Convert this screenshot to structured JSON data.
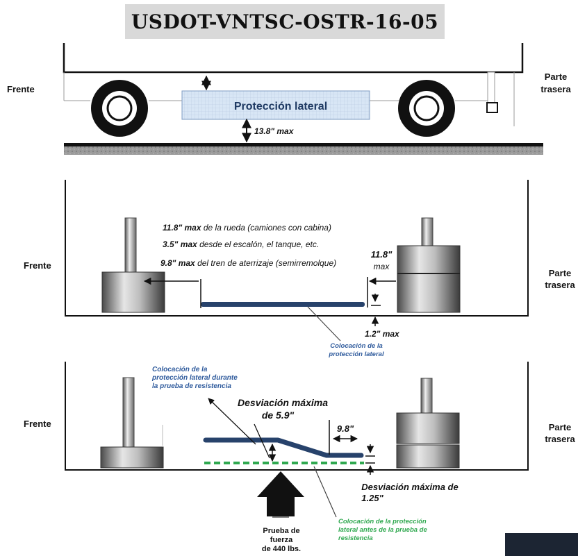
{
  "title": "USDOT-VNTSC-OSTR-16-05",
  "panel1": {
    "front_label": "Frente",
    "rear_label_1": "Parte",
    "rear_label_2": "trasera",
    "guard_label": "Protección lateral",
    "ground_clearance": "13.8\" max"
  },
  "panel2": {
    "front_label": "Frente",
    "rear_label_1": "Parte",
    "rear_label_2": "trasera",
    "note1_bold": "11.8\" max",
    "note1_rest": " de la rueda (camiones con cabina)",
    "note2_bold": "3.5\" max",
    "note2_rest": " desde el escalón, el tanque, etc.",
    "note3_bold": "9.8\" max",
    "note3_rest": " del tren de aterrizaje (semirremolque)",
    "rear_gap_1": "11.8\"",
    "rear_gap_2": "max",
    "height_gap": "1.2\" max",
    "placement_1": "Colocación de la",
    "placement_2": "protección lateral"
  },
  "panel3": {
    "front_label": "Frente",
    "rear_label_1": "Parte",
    "rear_label_2": "trasera",
    "during_1": "Colocación de la",
    "during_2": "protección lateral durante",
    "during_3": "la prueba de resistencia",
    "max_defl_1": "Desviación máxima",
    "max_defl_2": "de 5.9\"",
    "dist_label": "9.8\"",
    "rear_defl_1": "Desviación máxima de",
    "rear_defl_2": "1.25\"",
    "before_1": "Colocación de la protección",
    "before_2": "lateral antes de la prueba de",
    "before_3": "resistencia",
    "force_1": "Prueba de",
    "force_2": "fuerza",
    "force_3": "de 440 lbs."
  },
  "colors": {
    "guard_blue": "#27426b",
    "text_blue": "#2e5a9c",
    "green": "#2fa84f",
    "guard_fill": "#d8e6f5"
  }
}
